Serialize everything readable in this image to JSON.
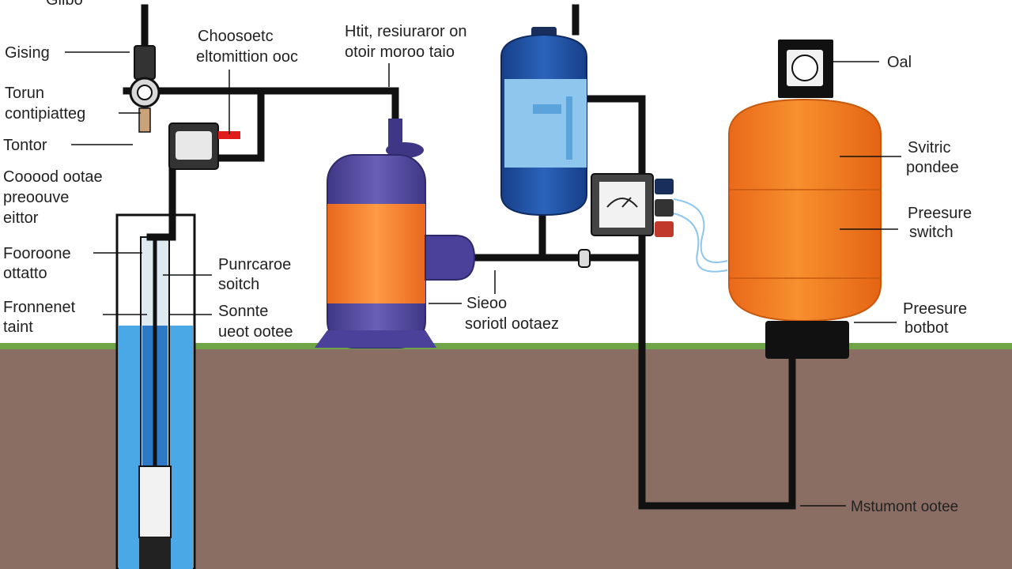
{
  "labels": {
    "top_cut": "Glibo",
    "gising": "Gising",
    "torun_1": "Torun",
    "torun_2": "contipiatteg",
    "tontor": "Tontor",
    "coood_1": "Cooood ootae",
    "coood_2": "preoouve",
    "coood_3": "eittor",
    "fooroone_1": "Fooroone",
    "fooroone_2": "ottatto",
    "fronnenet_1": "Fronnenet",
    "fronnenet_2": "taint",
    "choosoetc_1": "Choosoetc",
    "choosoetc_2": "eltomittion ooc",
    "htit_1": "Htit, resiuraror on",
    "htit_2": "otoir moroo taio",
    "punrcaroe_1": "Punrcaroe",
    "punrcaroe_2": "soitch",
    "sonnte_1": "Sonnte",
    "sonnte_2": "ueot ootee",
    "sieoo_1": "Sieoo",
    "sieoo_2": "soriotl ootaez",
    "oal": "Oal",
    "svitric_1": "Svitric",
    "svitric_2": "pondee",
    "pressure_switch_1": "Preesure",
    "pressure_switch_2": "switch",
    "pressure_botot_1": "Preesure",
    "pressure_botot_2": "botbot",
    "mstument": "Mstumont ootee"
  },
  "colors": {
    "sky": "#ffffff",
    "ground": "#8a6e63",
    "grass": "#6fa548",
    "pipe": "#111111",
    "well_water": "#4aa8e6",
    "purple_tank": "#5b4fa8",
    "orange_band": "#f0782c",
    "blue_tank": "#1f4fa0",
    "blue_tank_window": "#8ec6ee",
    "big_tank": "#f47d1c",
    "gauge_face": "#f2f2f2"
  },
  "icons": {
    "pressure_gauge": "pressure-gauge-icon",
    "control_box": "control-box-icon",
    "valve": "valve-icon",
    "meter": "meter-icon"
  }
}
